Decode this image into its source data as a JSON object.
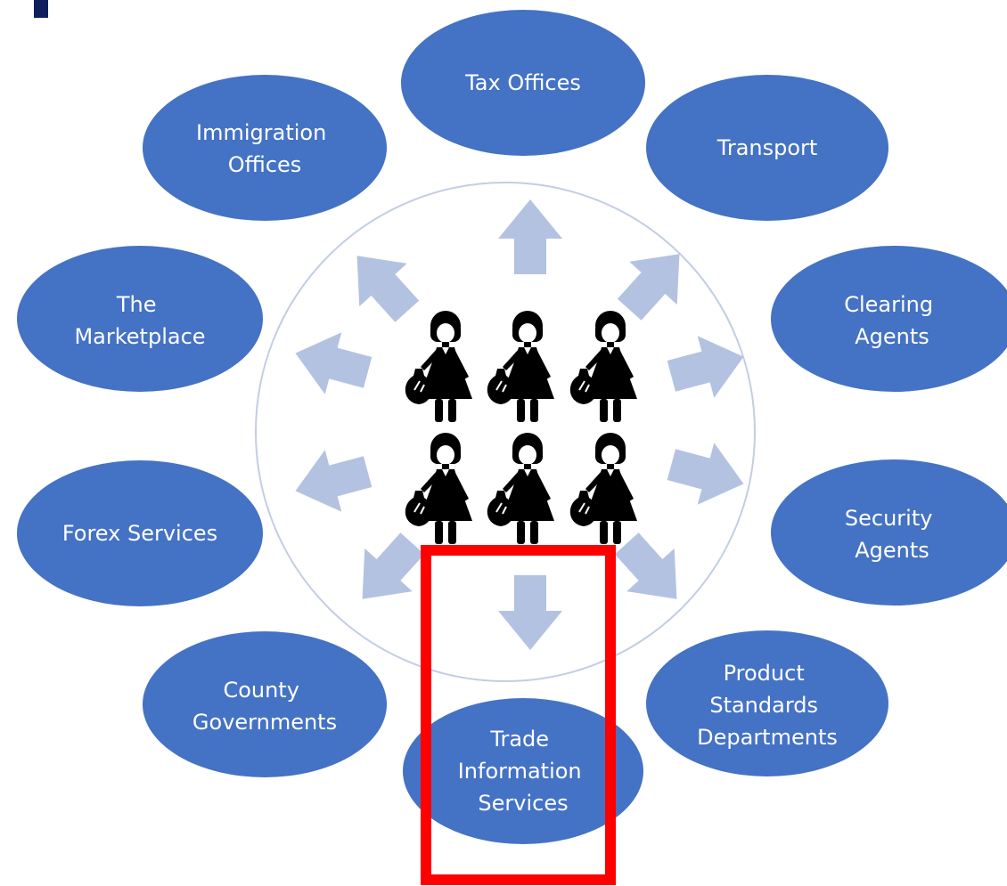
{
  "diagram": {
    "center_group": "women traders with bags",
    "nodes": [
      {
        "id": "tax-offices",
        "lines": [
          "Tax Offices"
        ]
      },
      {
        "id": "transport",
        "lines": [
          "Transport"
        ]
      },
      {
        "id": "clearing-agents",
        "lines": [
          "Clearing",
          "Agents"
        ]
      },
      {
        "id": "security-agents",
        "lines": [
          "Security",
          "Agents"
        ]
      },
      {
        "id": "product-standards-departments",
        "lines": [
          "Product",
          "Standards",
          "Departments"
        ]
      },
      {
        "id": "trade-information-services",
        "lines": [
          "Trade",
          "Information",
          "Services"
        ]
      },
      {
        "id": "county-governments",
        "lines": [
          "County",
          "Governments"
        ]
      },
      {
        "id": "forex-services",
        "lines": [
          "Forex Services"
        ]
      },
      {
        "id": "the-marketplace",
        "lines": [
          "The",
          "Marketplace"
        ]
      },
      {
        "id": "immigration-offices",
        "lines": [
          "Immigration",
          "Offices"
        ]
      }
    ],
    "highlighted_node": "trade-information-services",
    "colors": {
      "ellipse": "#4472c4",
      "arrow": "#b4c2e2",
      "circle_stroke": "#c3cde3",
      "highlight": "#ff0000",
      "figure": "#000000",
      "corner_mark": "#0d1f5c"
    },
    "icons": [
      "woman-with-bag-icon",
      "arrow-icon"
    ]
  }
}
